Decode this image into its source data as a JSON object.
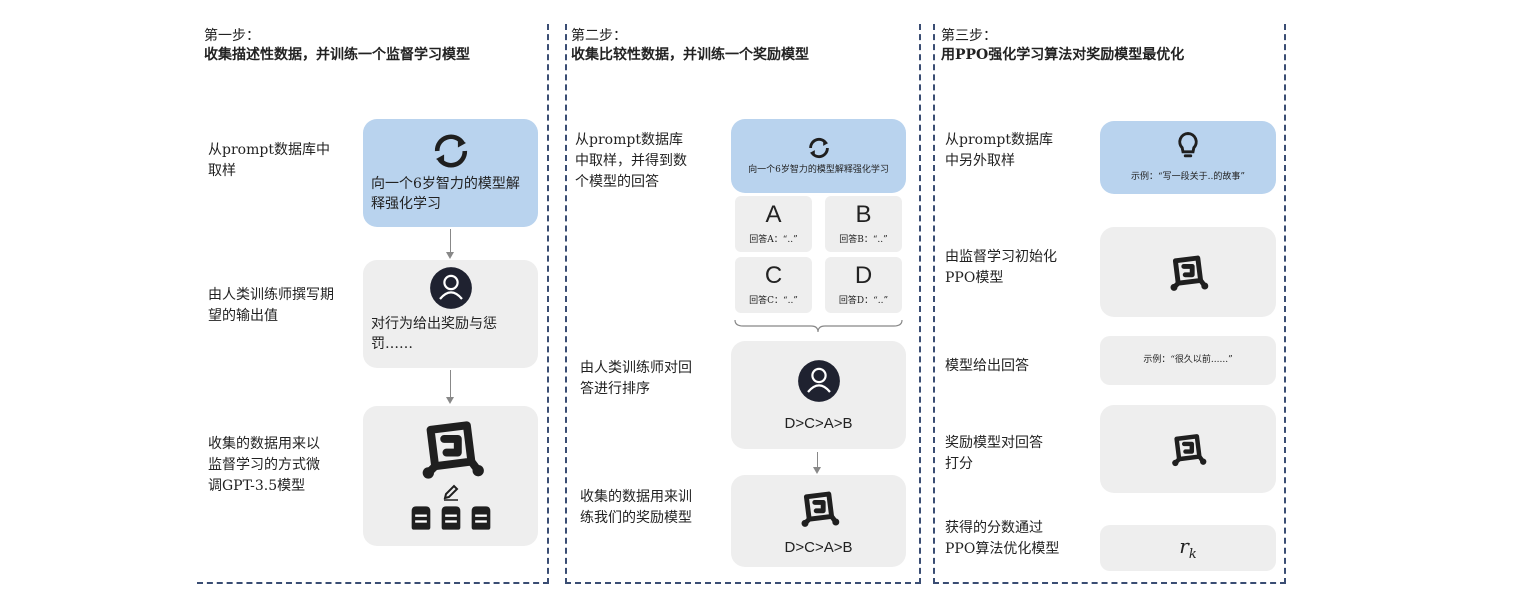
{
  "step1": {
    "number": "第一步：",
    "title": "收集描述性数据，并训练一个监督学习模型",
    "row1_label": "从prompt数据库中取样",
    "prompt_text": "向一个6岁智力的模型解释强化学习",
    "row2_label": "由人类训练师撰写期望的输出值",
    "human_text": "对行为给出奖励与惩罚……",
    "row3_label": "收集的数据用来以监督学习的方式微调GPT-3.5模型"
  },
  "step2": {
    "number": "第二步：",
    "title": "收集比较性数据，并训练一个奖励模型",
    "row1_label": "从prompt数据库中取样，并得到数个模型的回答",
    "prompt_text": "向一个6岁智力的模型解释强化学习",
    "answers": [
      {
        "letter": "A",
        "text": "回答A：“..”"
      },
      {
        "letter": "B",
        "text": "回答B：“..”"
      },
      {
        "letter": "C",
        "text": "回答C：“..”"
      },
      {
        "letter": "D",
        "text": "回答D：“..”"
      }
    ],
    "row2_label": "由人类训练师对回答进行排序",
    "ranking": "D>C>A>B",
    "row3_label": "收集的数据用来训练我们的奖励模型",
    "ranking2": "D>C>A>B"
  },
  "step3": {
    "number": "第三步：",
    "title": "用PPO强化学习算法对奖励模型最优化",
    "row1_label": "从prompt数据库中另外取样",
    "example1": "示例：“写一段关于..的故事”",
    "row2_label": "由监督学习初始化PPO模型",
    "row3_label": "模型给出回答",
    "example2": "示例：“很久以前......”",
    "row4_label": "奖励模型对回答打分",
    "row5_label": "获得的分数通过PPO算法优化模型",
    "reward": "r",
    "reward_sub": "k"
  },
  "colors": {
    "blue_box": "#b9d3ee",
    "gray_box": "#eeeeee",
    "dash": "#3a4d73",
    "icon": "#1f1f1f"
  }
}
